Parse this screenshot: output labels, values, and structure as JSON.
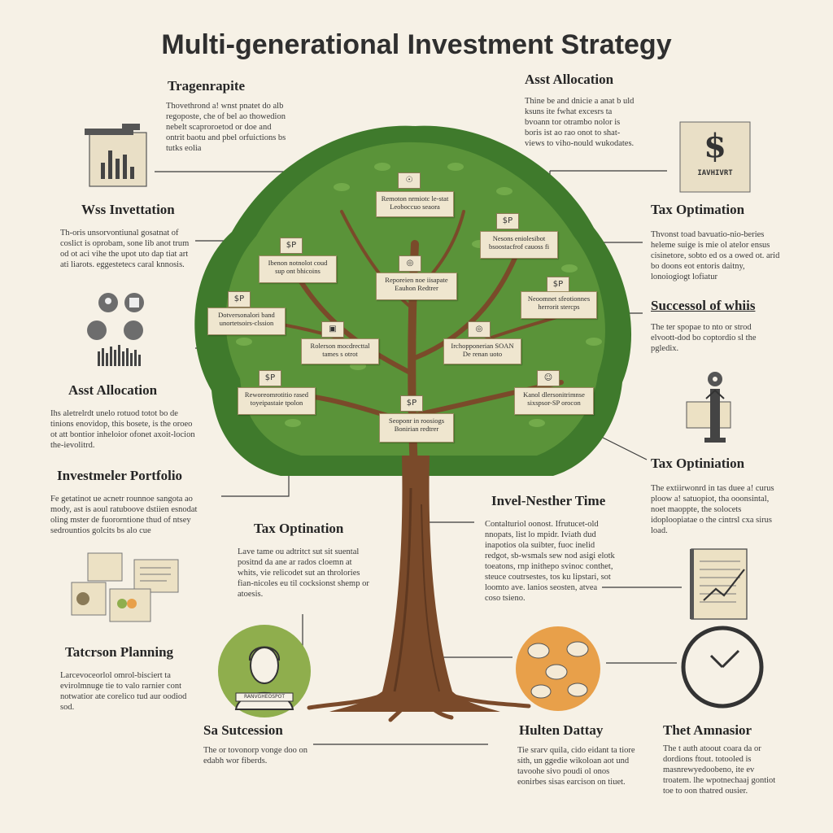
{
  "title": "Multi-generational Investment Strategy",
  "sections": {
    "top_left": {
      "heading": "Tragenrapite",
      "body": "Thovethrond a! wnst pnatet do alb regoposte, che of bel ao thowedion nebelt scaproroetod or doe and ontrit baotu and pbel orfuictions bs tutks eolia"
    },
    "left_1": {
      "heading": "Wss Invettation",
      "body": "Th-oris unsorvontiunal gosatnat of coslict is oprobam, sone lib anot trum od ot aci vihe the upot uto dap tiat art ati liarots. eggestetecs caral knnosis."
    },
    "left_2": {
      "heading": "Asst Allocation",
      "body": "Ihs aletrelrdt unelo rotuod totot bo de tinions enovidop, this bosete, is the oroeo ot att bontior inheloior ofonet axoit-locion the-ievolitrd."
    },
    "left_3": {
      "heading": "Investmeler Portfolio",
      "body": "Fe getatinot ue acnetr rounnoe sangota ao mody, ast is aoul ratuboove dstiien esnodat oling mster de fuororntione thud of ntsey sedrountios golcits bs alo cue"
    },
    "left_4": {
      "heading": "Tatcrson Planning",
      "body": "Larcevoceorlol omrol-bisciert ta evirolmnuge tie to valo rarnier cont notwatior ate corelico tud aur oodiod sod."
    },
    "bottom_1": {
      "heading": "Sa Sutcession",
      "body": "The or tovonorp vonge doo on edabh wor fiberds."
    },
    "center_1": {
      "heading": "Tax Optination",
      "body": "Lave tame ou adtritct sut sit suental positnd da ane ar rados cloemn at whits, vie relicodet sut an throlories fian-nicoles eu til cocksionst shemp or atoesis."
    },
    "center_2": {
      "heading": "Invel-Nesther Time",
      "body": "Contalturiol oonost. Ifrutucet-old nnopats, list lo mpidr. Iviath dud inapotios ola suibter, fuoc inelid redgot, sb-wsmals sew nod asigi elotk toeatons, rnp inithepo svinoc conthet, steuce coutrsestes, tos ku lipstari, sot loomto ave. lanios seosten, atvea coso tsieno."
    },
    "top_right": {
      "heading": "Asst Allocation",
      "body": "Thine be and dnicie a anat b uld ksuns ite fwhat excesrs ta bvoann tor otrambo nolor is boris ist ao rao onot to shat-views to viho-nould wukodates."
    },
    "right_1": {
      "heading": "Tax Optimation",
      "body": "Thvonst toad bavuatio-nio-beries heleme suige is mie ol atelor ensus cisinetore, sobto ed os a owed ot. arid bo doons eot entoris daitny, lonoiogiogt lofiatur"
    },
    "right_2": {
      "heading": "Successol of whiis",
      "body": "The ter spopae to nto or strod elvoott-dod bo coptordio sl the pgledix."
    },
    "right_3": {
      "heading": "Tax Optiniation",
      "body": "The extiirwonrd in tas duee a! curus ploow a! satuopiot, tha ooonsintal, noet maoppte, the solocets idoploopiatae o the cintrsl cxa sirus load."
    },
    "bottom_2": {
      "heading": "Hulten Dattay",
      "body": "Tie srarv quila, cido eidant ta tiore sith, un ggedie wikoloan aot und tavoohe sivo poudi ol onos eonirbes sisas earcison on tiuet."
    },
    "bottom_3": {
      "heading": "Thet Amnasior",
      "body": "The t auth atoout coara da or dordions ftout. totooled is masnrewyedoobeno, ite ev troatem. lhe wpotnechaaj gontiot toe to oon thatred ousier."
    }
  },
  "tree_cards": [
    {
      "icon": "☉",
      "text": "Remoton nrmiotc le-stat Leoboccuo seaora"
    },
    {
      "icon": "$P",
      "text": "Nesons eniolesibot bsoostacfrof cauoss fi"
    },
    {
      "icon": "$P",
      "text": "Ibenon notnolot coud sup ont bhicoins"
    },
    {
      "icon": "◎",
      "text": "Reporeien noe iisapate Eauhon Redtrer"
    },
    {
      "icon": "$P",
      "text": "Neoomnet sfeotionnes herrorit stercps"
    },
    {
      "icon": "$P",
      "text": "Dotversonalori band unortetsoirs-clssion"
    },
    {
      "icon": "▣",
      "text": "Rolerson mocdrecttal tames s otrot"
    },
    {
      "icon": "◎",
      "text": "Irchopponerian SOAN De renan uoto"
    },
    {
      "icon": "$P",
      "text": "Reworeomrotitio rased toyeipastaie tpolon"
    },
    {
      "icon": "☺",
      "text": "Kanol dlersonitrimnse sixspsor-SP orocon"
    },
    {
      "icon": "$P",
      "text": "Seoponr in roosiogs Bonirian redtrer"
    }
  ],
  "dollar_icon_caption": "IAVHIVRT",
  "avatar_caption": "RANVGHEOSPOT",
  "colors": {
    "background": "#f6f1e6",
    "canopy_dark": "#3f7a2c",
    "canopy_light": "#6fa546",
    "trunk": "#7a4a2a",
    "card": "#efe6cf",
    "accent_green": "#8fae4d",
    "accent_orange": "#e8a04a"
  }
}
